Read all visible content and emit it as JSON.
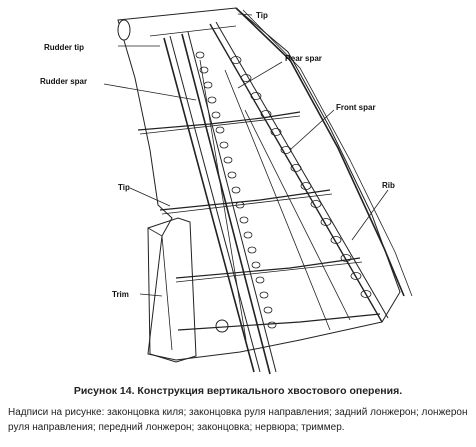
{
  "diagram": {
    "labels": {
      "tip_top": "Tip",
      "rudder_tip": "Rudder tip",
      "rear_spar": "Rear spar",
      "rudder_spar": "Rudder spar",
      "front_spar": "Front spar",
      "rib": "Rib",
      "tip_trim": "Tip",
      "trim": "Trim"
    }
  },
  "caption": {
    "title": "Рисунок 14. Конструкция вертикального хвостового оперения.",
    "notes": "Надписи на рисунке: законцовка киля; законцовка руля направления; задний лонжерон; лонжерон руля направления; передний лонжерон; законцовка; нервюра; триммер."
  }
}
